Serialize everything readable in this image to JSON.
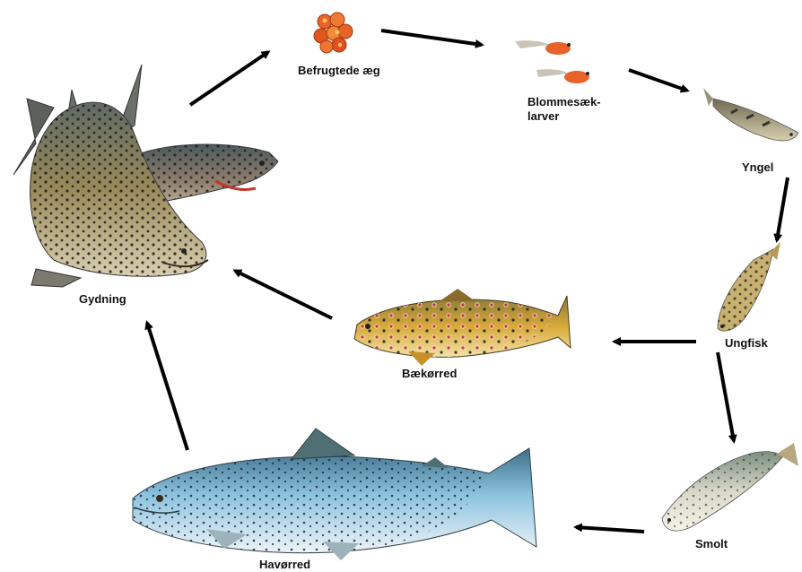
{
  "stages": {
    "gydning": "Gydning",
    "aeg": "Befrugtede æg",
    "blommesaek_line1": "Blommesæk-",
    "blommesaek_line2": "larver",
    "yngel": "Yngel",
    "ungfisk": "Ungfisk",
    "baekoerred": "Bækørred",
    "smolt": "Smolt",
    "havoerred": "Havørred"
  },
  "colors": {
    "arrow": "#000000",
    "egg": "#e8622a",
    "brown_trout": "#c89a3c",
    "sea_trout": "#7fb6d6",
    "spawning_trout": "#8a7a55"
  }
}
